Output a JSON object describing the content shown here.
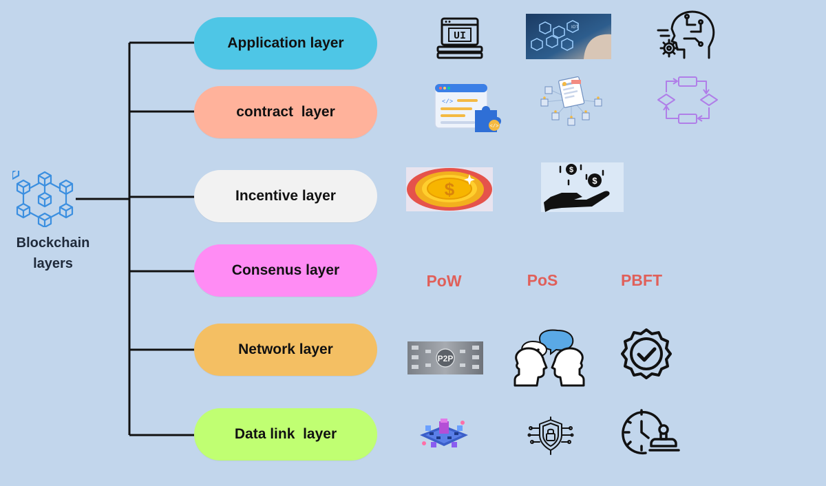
{
  "diagram": {
    "root": {
      "label_line1": "Blockchain",
      "label_line2": "layers",
      "icon": "blockchain-cubes-icon"
    },
    "layers": [
      {
        "label": "Application layer",
        "color": "#4ec6e6",
        "icons": [
          "ui-window-icon",
          "iot-network-photo",
          "ai-head-gear-icon"
        ]
      },
      {
        "label": "contract  layer",
        "color": "#ffb29b",
        "icons": [
          "code-puzzle-icon",
          "smart-contract-network-icon",
          "workflow-cycle-icon"
        ]
      },
      {
        "label": "Incentive layer",
        "color": "#f2f2f2",
        "icons": [
          "dollar-coin-icon",
          "hand-money-icon"
        ]
      },
      {
        "label": "Consenus layer",
        "color": "#ff8cf4",
        "icons": []
      },
      {
        "label": "Network layer",
        "color": "#f4bf63",
        "icons": [
          "p2p-photo",
          "conversation-heads-icon",
          "verified-badge-icon"
        ]
      },
      {
        "label": "Data link  layer",
        "color": "#c0ff72",
        "icons": [
          "data-blocks-icon",
          "security-shield-circuit-icon",
          "timestamp-clock-stamp-icon"
        ]
      }
    ],
    "consensus_algorithms": [
      "PoW",
      "PoS",
      "PBFT"
    ],
    "colors": {
      "background": "#c2d6ec",
      "connector": "#111111",
      "consensus_text": "#e0605a"
    }
  }
}
